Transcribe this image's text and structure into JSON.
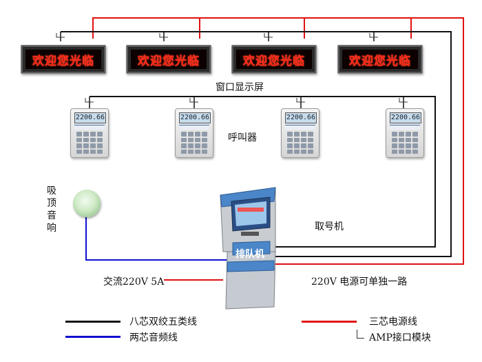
{
  "colors": {
    "ethernet_line": "#111111",
    "power_line": "#e01010",
    "audio_line": "#1010d0",
    "kiosk_body": "#c9cdd2",
    "kiosk_top": "#4a86c8"
  },
  "signs": {
    "text": "欢迎您光临",
    "count": 4
  },
  "callers": {
    "display": "2200.66",
    "count": 4
  },
  "kiosk": {
    "panel_text": "排队机"
  },
  "labels": {
    "window_display": "窗口显示屏",
    "caller": "呼叫器",
    "speaker": "吸顶音响",
    "ticket_machine": "取号机",
    "ac_input": "交流220V 5A",
    "power_note": "220V 电源可单独一路"
  },
  "legend": {
    "ethernet": "八芯双绞五类线",
    "audio": "两芯音频线",
    "power": "三芯电源线",
    "amp": "AMP接口模块"
  }
}
